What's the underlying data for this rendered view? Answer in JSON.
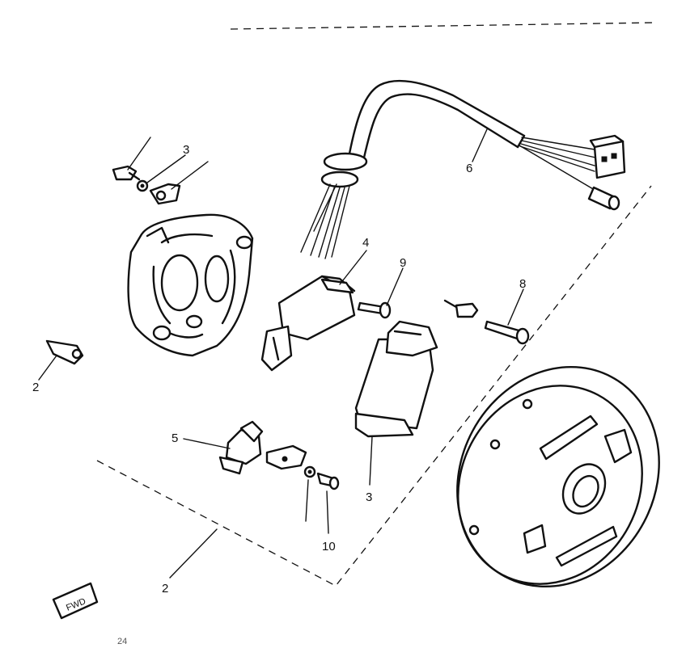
{
  "callouts": {
    "c2_left": "2",
    "c3_top": "3",
    "c4": "4",
    "c9": "9",
    "c8": "8",
    "c6": "6",
    "c5": "5",
    "c3_bottom": "3",
    "c10": "10",
    "c2_bottom": "2"
  },
  "fwd_label": "FWD",
  "corner_code": "24"
}
